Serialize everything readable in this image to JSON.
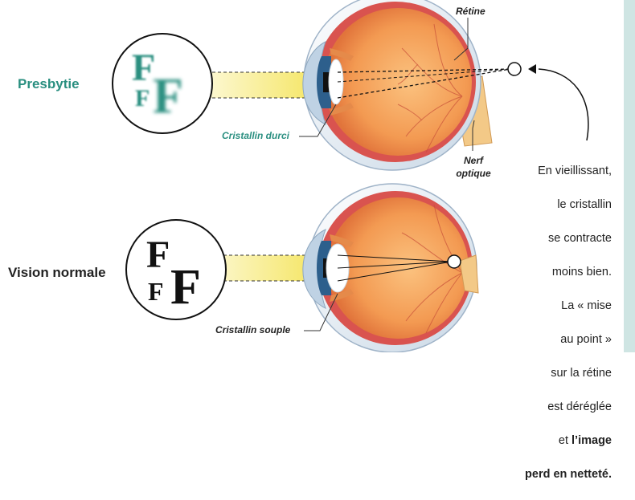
{
  "labels": {
    "top_condition": "Presbytie",
    "bottom_condition": "Vision normale",
    "retina": "Rétine",
    "hardened_lens": "Cristallin durci",
    "optic_nerve_line1": "Nerf",
    "optic_nerve_line2": "optique",
    "flexible_lens": "Cristallin souple"
  },
  "explanation": {
    "lines": [
      "En vieillissant,",
      "le cristallin",
      "se contracte",
      "moins bien.",
      "La « mise",
      "au point »",
      "sur la rétine",
      "est déréglée"
    ],
    "prefix": "et ",
    "bold_part1": "l’image",
    "bold_part2": "perd en netteté."
  },
  "letters": {
    "top_big": "F",
    "top_small": "F",
    "bottom_big": "F",
    "bottom_small": "F"
  },
  "colors": {
    "teal": "#2a8f80",
    "sidebar": "#cfe5e3",
    "eye_orange": "#f5a25a",
    "eye_red": "#d9534f",
    "sclera": "#e2ecf4",
    "beam_yellow": "#f6e87a"
  }
}
